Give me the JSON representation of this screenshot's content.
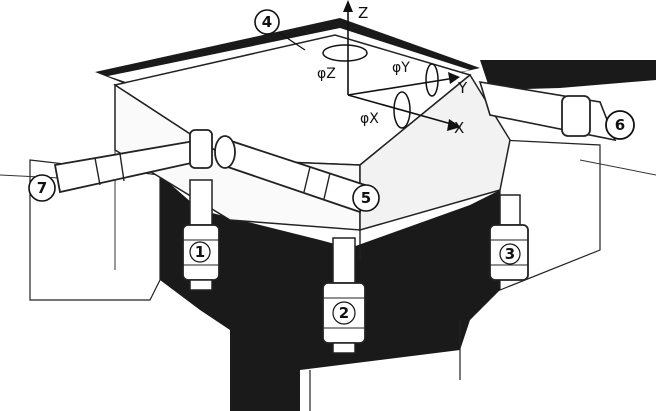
{
  "axes": {
    "z": "Z",
    "y": "Y",
    "x": "X",
    "phi_z": "φZ",
    "phi_y": "φY",
    "phi_x": "φX"
  },
  "actuators": [
    {
      "number": "1"
    },
    {
      "number": "2"
    },
    {
      "number": "3"
    },
    {
      "number": "4"
    },
    {
      "number": "5"
    },
    {
      "number": "6"
    },
    {
      "number": "7"
    }
  ]
}
